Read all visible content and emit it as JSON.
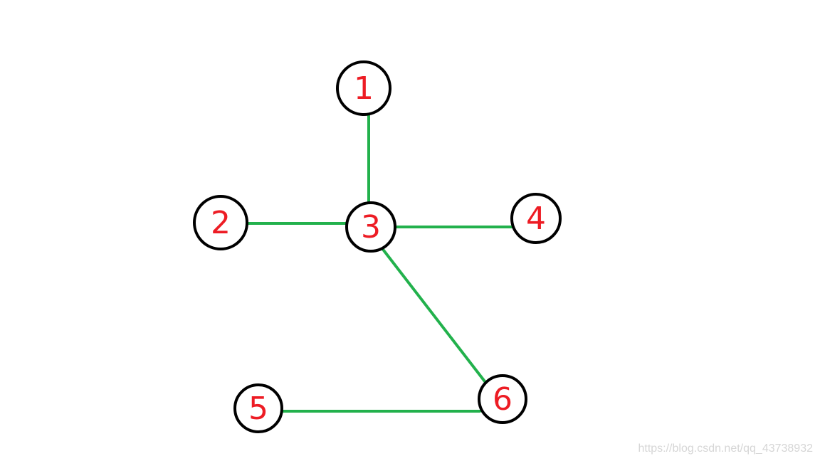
{
  "graph": {
    "node_color": "#000000",
    "label_color": "#ed1c24",
    "edge_color": "#22b14c",
    "nodes": [
      {
        "id": "1",
        "label": "1"
      },
      {
        "id": "2",
        "label": "2"
      },
      {
        "id": "3",
        "label": "3"
      },
      {
        "id": "4",
        "label": "4"
      },
      {
        "id": "5",
        "label": "5"
      },
      {
        "id": "6",
        "label": "6"
      }
    ],
    "edges": [
      {
        "from": "1",
        "to": "3"
      },
      {
        "from": "2",
        "to": "3"
      },
      {
        "from": "3",
        "to": "4"
      },
      {
        "from": "3",
        "to": "6"
      },
      {
        "from": "5",
        "to": "6"
      }
    ]
  },
  "watermark": "https://blog.csdn.net/qq_43738932"
}
